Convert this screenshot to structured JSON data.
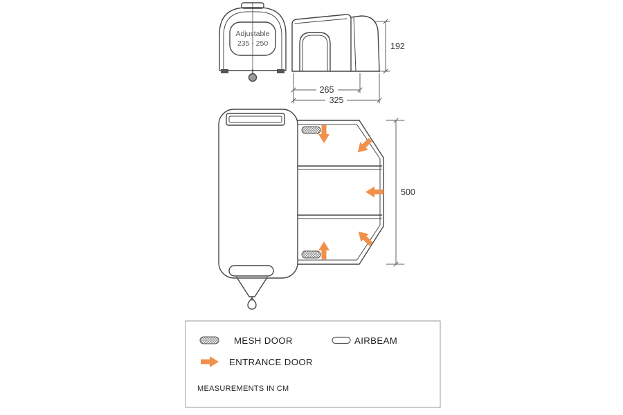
{
  "colors": {
    "accent_orange": "#F0914B",
    "line": "#474747",
    "dimension": "#5f5f5f",
    "legend_border": "#999999"
  },
  "front_view": {
    "adjustable_line1": "Adjustable",
    "adjustable_line2": "235 - 250"
  },
  "side_view": {
    "height_cm": "192",
    "depth_inner_cm": "265",
    "depth_outer_cm": "325"
  },
  "plan_view": {
    "width_cm": "500"
  },
  "legend": {
    "mesh_door_label": "MESH DOOR",
    "airbeam_label": "AIRBEAM",
    "entrance_door_label": "ENTRANCE DOOR",
    "note": "MEASUREMENTS IN CM"
  },
  "icons": {
    "mesh_door": "crosshatched-oval",
    "airbeam": "oval-outline",
    "entrance_door": "orange-right-arrow"
  }
}
